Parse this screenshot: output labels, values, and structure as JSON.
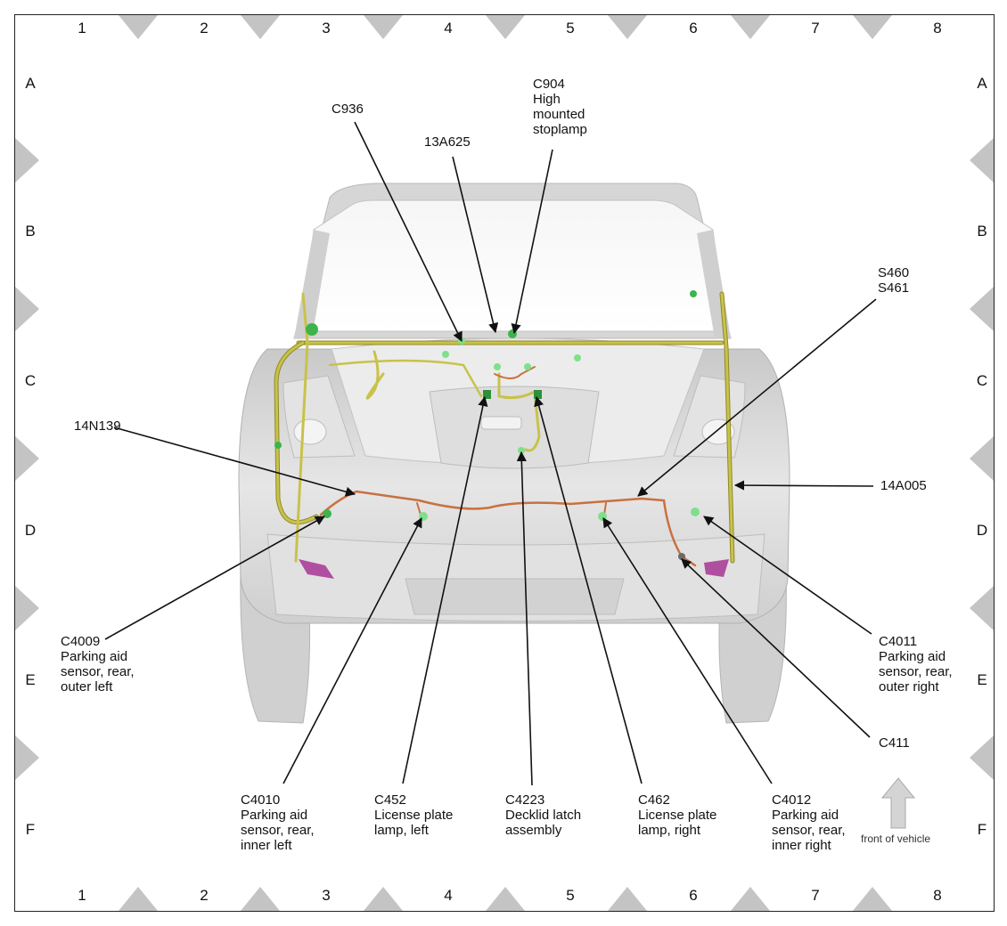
{
  "grid": {
    "columns": [
      "1",
      "2",
      "3",
      "4",
      "5",
      "6",
      "7",
      "8"
    ],
    "rows": [
      "A",
      "B",
      "C",
      "D",
      "E",
      "F"
    ]
  },
  "labels": {
    "c936": "C936",
    "c13a625": "13A625",
    "c904": "C904\nHigh\nmounted\nstoplamp",
    "s460": "S460\nS461",
    "n14n139": "14N139",
    "a14a005": "14A005",
    "c4009": "C4009\nParking aid\nsensor, rear,\nouter left",
    "c4011": "C4011\nParking aid\nsensor, rear,\nouter right",
    "c411": "C411",
    "c4010": "C4010\nParking aid\nsensor, rear,\ninner left",
    "c452": "C452\nLicense plate\nlamp, left",
    "c4223": "C4223\nDecklid latch\nassembly",
    "c462": "C462\nLicense plate\nlamp, right",
    "c4012": "C4012\nParking aid\nsensor, rear,\ninner right",
    "front_of_vehicle": "front of vehicle"
  },
  "colors": {
    "wire_yellow": "#c8c24a",
    "wire_orange": "#c9703f",
    "connector_green": "#3cb44b",
    "connector_pink": "#b04fa0",
    "car_body": "#d9d9d9",
    "marker_gray": "#bdbdbd"
  }
}
